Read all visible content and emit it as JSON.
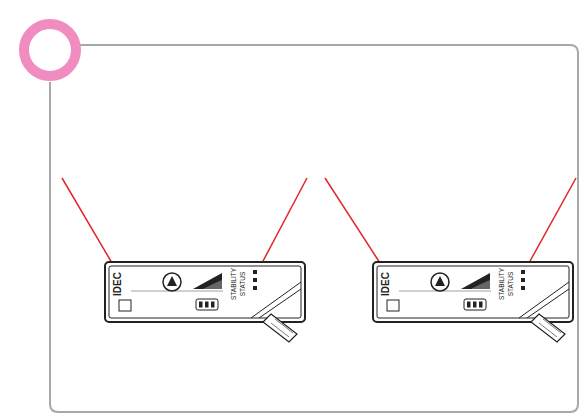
{
  "diagram": {
    "nodes": [
      {
        "text": [
          "IDEC",
          "STABILITY",
          "STATUS"
        ]
      },
      {
        "text": [
          "IDEC",
          "STABILITY",
          "STATUS"
        ]
      }
    ]
  }
}
